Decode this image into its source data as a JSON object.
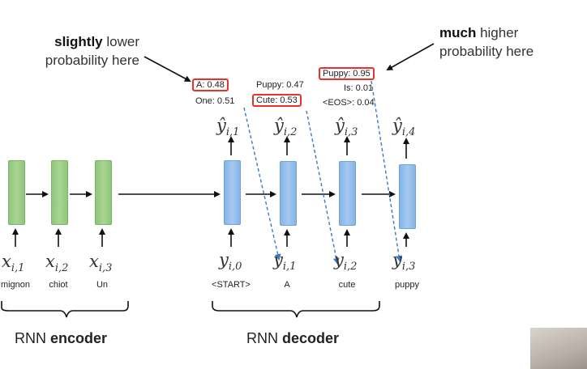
{
  "callouts": {
    "left": {
      "bold": "slightly",
      "rest": "lower",
      "line2": "probability here"
    },
    "right": {
      "bold": "much",
      "rest": "higher",
      "line2": "probability here"
    }
  },
  "probabilities": {
    "col1": [
      "A: 0.48",
      "One: 0.51"
    ],
    "col2": [
      "Puppy: 0.47",
      "Cute: 0.53"
    ],
    "col3": [
      "Puppy: 0.95",
      "Is: 0.01",
      "<EOS>: 0.04"
    ]
  },
  "outputs": [
    "ŷ",
    "ŷ",
    "ŷ",
    "ŷ"
  ],
  "output_subs": [
    "i,1",
    "i,2",
    "i,3",
    "i,4"
  ],
  "encoder_inputs": {
    "symbol": "x",
    "subs": [
      "i,1",
      "i,2",
      "i,3"
    ]
  },
  "decoder_inputs": {
    "symbol": "y",
    "subs": [
      "i,0",
      "i,1",
      "i,2",
      "i,3"
    ]
  },
  "encoder_words": [
    "mignon",
    "chiot",
    "Un"
  ],
  "decoder_words": [
    "<START>",
    "A",
    "cute",
    "puppy"
  ],
  "labels": {
    "encoder": {
      "normal": "RNN",
      "bold": "encoder"
    },
    "decoder": {
      "normal": "RNN",
      "bold": "decoder"
    }
  },
  "colors": {
    "highlight": "#e8322b",
    "encoder_cell": "#a9d594",
    "decoder_cell": "#a5c9f0",
    "dashed_arrow": "#3b78c4"
  }
}
